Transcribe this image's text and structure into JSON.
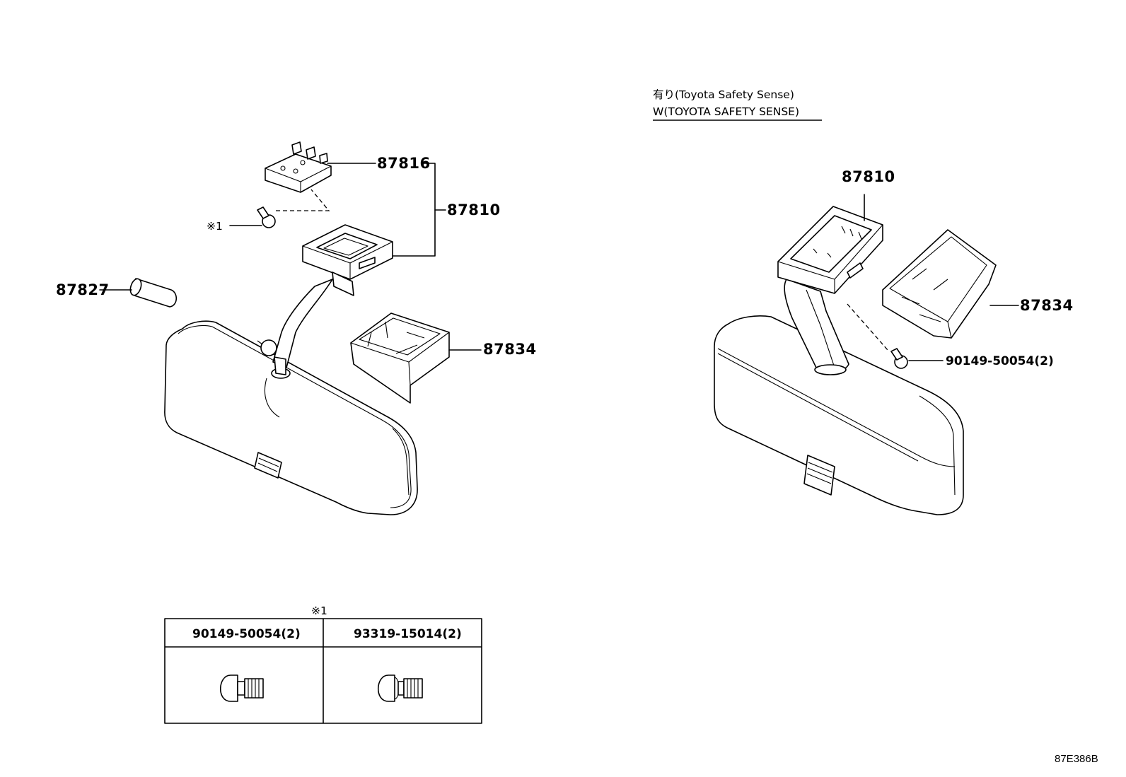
{
  "left_assembly": {
    "callouts": {
      "c87816": "87816",
      "c87810": "87810",
      "c87827": "87827",
      "c87834": "87834",
      "note_mark": "※1"
    }
  },
  "right_assembly": {
    "condition_jp": "有り(Toyota Safety Sense)",
    "condition_en": "W(TOYOTA SAFETY SENSE)",
    "callouts": {
      "c87810": "87810",
      "c87834": "87834",
      "screw": "90149-50054(2)"
    }
  },
  "note_table": {
    "title": "※1",
    "columns": [
      "90149-50054(2)",
      "93319-15014(2)"
    ]
  },
  "reference_code": "87E386B"
}
